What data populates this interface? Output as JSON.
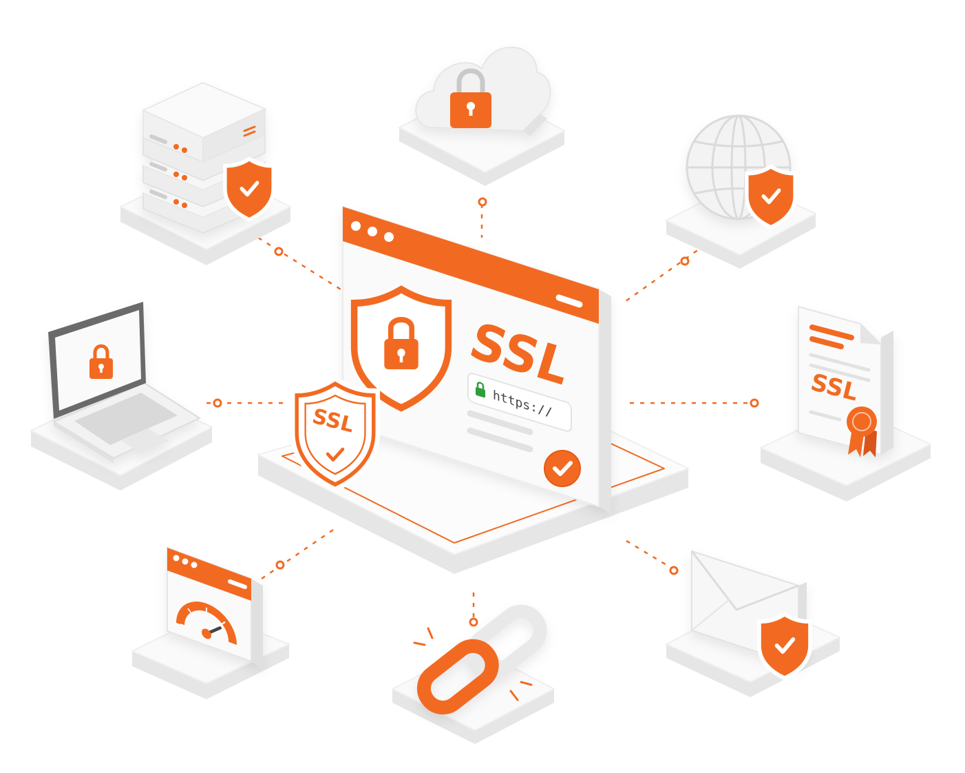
{
  "colors": {
    "accent": "#F26A21",
    "accent_dark": "#D9531A",
    "platform_top": "#FBFBFB",
    "platform_side": "#E9E9E9",
    "device_body": "#F4F4F4",
    "lock_green": "#2E9E3A",
    "connector": "#F26A21"
  },
  "center": {
    "headline": "SSL",
    "url_text": "https://",
    "badge_text": "SSL",
    "icons": [
      "browser-window-icon",
      "shield-lock-icon",
      "padlock-icon",
      "checkmark-icon",
      "ssl-badge-shield-icon"
    ]
  },
  "satellites": [
    {
      "name": "cloud-lock",
      "icons": [
        "cloud-icon",
        "padlock-icon"
      ]
    },
    {
      "name": "globe-shield",
      "icons": [
        "globe-icon",
        "shield-check-icon"
      ]
    },
    {
      "name": "ssl-certificate",
      "label": "SSL",
      "icons": [
        "document-icon",
        "award-ribbon-icon"
      ]
    },
    {
      "name": "email-shield",
      "icons": [
        "envelope-icon",
        "shield-check-icon"
      ]
    },
    {
      "name": "chain-link",
      "icons": [
        "link-icon"
      ]
    },
    {
      "name": "speed-browser",
      "icons": [
        "browser-window-icon",
        "speedometer-icon"
      ]
    },
    {
      "name": "laptop-lock",
      "icons": [
        "laptop-icon",
        "padlock-icon"
      ]
    },
    {
      "name": "server-shield",
      "icons": [
        "server-stack-icon",
        "shield-check-icon"
      ]
    }
  ]
}
